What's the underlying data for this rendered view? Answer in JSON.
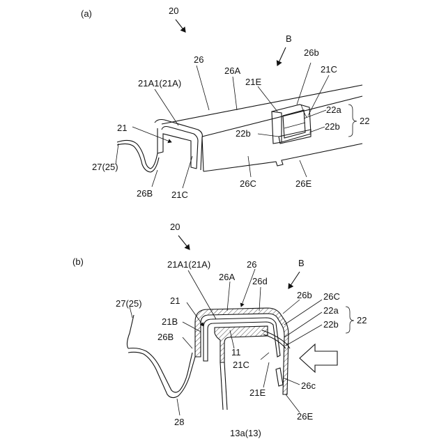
{
  "panel_a": {
    "caption": "(a)",
    "labels": {
      "assembly": "20",
      "direction": "B",
      "cover": "26",
      "cover_top": "26A",
      "cover_side": "26B",
      "cover_front": "26C",
      "cover_edge": "26E",
      "cover_tab": "26b",
      "bracket_top": "21A1(21A)",
      "bracket": "21",
      "bracket_c": "21C",
      "bracket_c_2": "21C",
      "bracket_e": "21E",
      "clip_a": "22a",
      "clip_b": "22b",
      "clip_b_2": "22b",
      "clip_group": "22",
      "weatherstrip": "27(25)"
    }
  },
  "panel_b": {
    "caption": "(b)",
    "labels": {
      "assembly": "20",
      "direction": "B",
      "cover": "26",
      "cover_top": "26A",
      "cover_d": "26d",
      "cover_tab": "26b",
      "cover_front": "26C",
      "cover_side": "26B",
      "cover_c": "26c",
      "cover_edge": "26E",
      "bracket_top": "21A1(21A)",
      "bracket": "21",
      "bracket_b": "21B",
      "bracket_c": "21C",
      "bracket_e": "21E",
      "clip_a": "22a",
      "clip_b": "22b",
      "clip_group": "22",
      "weatherstrip": "27(25)",
      "part_11": "11",
      "part_28": "28",
      "panel": "13a(13)"
    }
  }
}
